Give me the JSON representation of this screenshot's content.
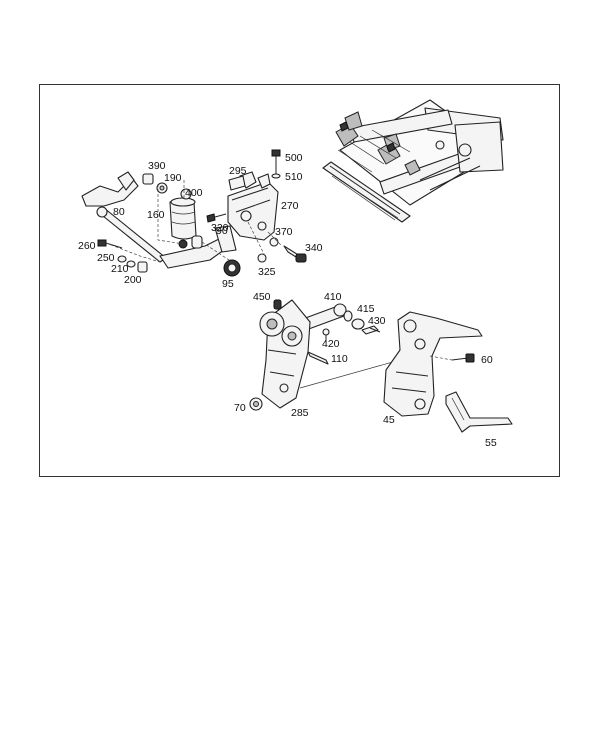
{
  "diagram": {
    "labels": {
      "p390": "390",
      "p190": "190",
      "p400": "400",
      "p80": "80",
      "p160": "160",
      "p90": "90",
      "p260": "260",
      "p250": "250",
      "p210": "210",
      "p200": "200",
      "p95": "95",
      "p295": "295",
      "p500": "500",
      "p510": "510",
      "p270": "270",
      "p320": "320",
      "p370": "370",
      "p340": "340",
      "p325": "325",
      "p450": "450",
      "p410": "410",
      "p415": "415",
      "p430": "430",
      "p420": "420",
      "p110": "110",
      "p60": "60",
      "p70": "70",
      "p285": "285",
      "p45": "45",
      "p55": "55"
    }
  }
}
